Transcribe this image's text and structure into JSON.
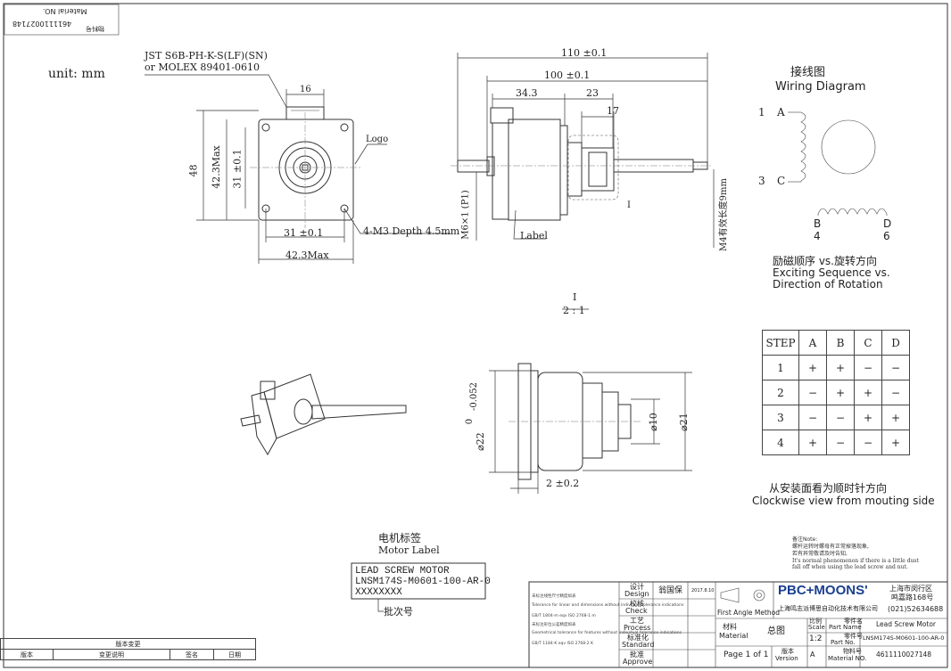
{
  "material_no_box": {
    "label": "Material NO.",
    "value": "4611110027148",
    "cn_label": "物料号"
  },
  "unit": "unit: mm",
  "connector": {
    "line1": "JST S6B-PH-K-S(LF)(SN)",
    "line2": "or MOLEX 89401-0610"
  },
  "front_view": {
    "dim_16": "16",
    "logo": "Logo",
    "dim_48": "48",
    "dim_42max_v": "42.3Max",
    "dim_31_v": "31 ±0.1",
    "dim_31_h": "31 ±0.1",
    "dim_42max_h": "42.3Max",
    "holes": "4-M3 Depth 4.5mm"
  },
  "side_view": {
    "dim_110": "110 ±0.1",
    "dim_100": "100 ±0.1",
    "dim_34_3": "34.3",
    "dim_23": "23",
    "dim_17": "17",
    "m6": "M6×1 (P1)",
    "label": "Label",
    "m4": "M4有效长度9mm",
    "detail_ref": "I"
  },
  "detail_title": {
    "ref": "I",
    "scale": "2 : 1"
  },
  "detail_view": {
    "tol_upper": "0",
    "tol_lower": "-0.052",
    "dia_22": "⌀22",
    "dia_10": "⌀10",
    "dia_21": "⌀21",
    "dim_2": "2 ±0.2"
  },
  "wiring": {
    "title_cn": "接线图",
    "title_en": "Wiring Diagram",
    "pin1": "1",
    "a": "A",
    "pin3": "3",
    "c": "C",
    "b": "B",
    "b_num": "4",
    "d": "D",
    "d_num": "6",
    "seq_cn": "励磁顺序 vs.旋转方向",
    "seq_en1": "Exciting Sequence vs.",
    "seq_en2": "Direction of Rotation"
  },
  "step_table": {
    "headers": [
      "STEP",
      "A",
      "B",
      "C",
      "D"
    ],
    "rows": [
      [
        "1",
        "+",
        "+",
        "−",
        "−"
      ],
      [
        "2",
        "−",
        "+",
        "+",
        "−"
      ],
      [
        "3",
        "−",
        "−",
        "+",
        "+"
      ],
      [
        "4",
        "+",
        "−",
        "−",
        "+"
      ]
    ]
  },
  "rotation_note": {
    "cn": "从安装面看为顺时针方向",
    "en": "Clockwise view from mouting side"
  },
  "motor_label": {
    "title_cn": "电机标签",
    "title_en": "Motor Label",
    "line1": "LEAD SCREW MOTOR",
    "line2": "LNSM174S-M0601-100-AR-0",
    "line3": "XXXXXXXX",
    "batch": "批次号"
  },
  "notes": {
    "line1": "备注Note:",
    "line2": "螺杆运转时螺母有正常掉落现象,",
    "line3": "若有异常敬请及时告知,",
    "line4": "It's normal phenomenon if there is a little dust",
    "line5": "fall off when using the lead screw and nut."
  },
  "title_block": {
    "tol_notes": [
      "未标注线性尺寸精度如表",
      "Tolerance for linear and dimensions without individual tolerance indications",
      "GB/T 1804-m eqv ISO 2768-1 m",
      "未标注形位公差精度如表",
      "Geometrical tolerance for features without individual tolerance indications",
      "GB/T 1184-K eqv ISO 2768-2 K"
    ],
    "design_cn": "设计",
    "design_en": "Design",
    "designer": "翁国保",
    "date": "2017.8.10",
    "check_cn": "校核",
    "check_en": "Check",
    "process_cn": "工艺",
    "process_en": "Process",
    "standard_cn": "标准化",
    "standard_en": "Standard",
    "approve_cn": "批准",
    "approve_en": "Approve",
    "first_angle": "First Angle Method",
    "company_logo": "PBC+MOONS'",
    "address_cn1": "上海市闵行区",
    "address_cn2": "鸣嘉路168号",
    "company_cn": "上海鸣志派博思自动化技术有限公司",
    "phone": "(021)52634688",
    "material_cn": "材料",
    "material_en": "Material",
    "assembly": "总图",
    "scale_cn": "比例",
    "scale_en": "Scale",
    "scale_val": "1:2",
    "part_name_cn": "零件名",
    "part_name_en": "Part Name",
    "part_name": "Lead Screw Motor",
    "part_no_cn": "零件号",
    "part_no_en": "Part No.",
    "part_no": "LNSM174S-M0601-100-AR-0",
    "page": "Page 1 of 1",
    "version_cn": "版本",
    "version_en": "Version",
    "version": "A",
    "matno_cn": "物料号",
    "matno_en": "Material NO.",
    "matno": "4611110027148"
  },
  "revision_table": {
    "title": "版本变更",
    "cols": [
      "版本",
      "变更说明",
      "签名",
      "日期"
    ]
  }
}
